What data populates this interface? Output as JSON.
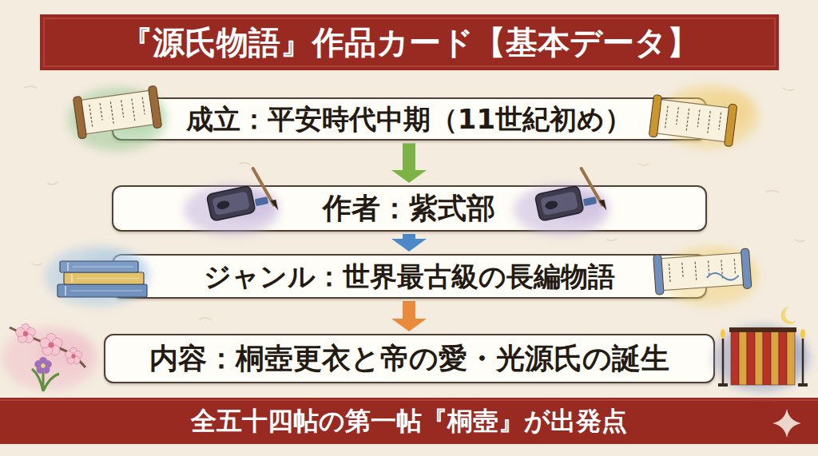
{
  "diagram": {
    "title": "『源氏物語』作品カード【基本データ】",
    "caption": "全五十四帖の第一帖『桐壺』が出発点",
    "nodes": [
      {
        "text": [
          "成立：平安時代中期（11世紀初め）"
        ]
      },
      {
        "text": [
          "作者：紫式部"
        ]
      },
      {
        "text": [
          "ジャンル：世界最古級の長編物語"
        ]
      },
      {
        "text": [
          "内容：桐壺更衣と帝の愛・光源氏の誕生"
        ]
      }
    ],
    "edges": [
      {
        "from": 0,
        "to": 1,
        "arrow": "to"
      },
      {
        "from": 1,
        "to": 2,
        "arrow": "to"
      },
      {
        "from": 2,
        "to": 3,
        "arrow": "to"
      }
    ]
  }
}
